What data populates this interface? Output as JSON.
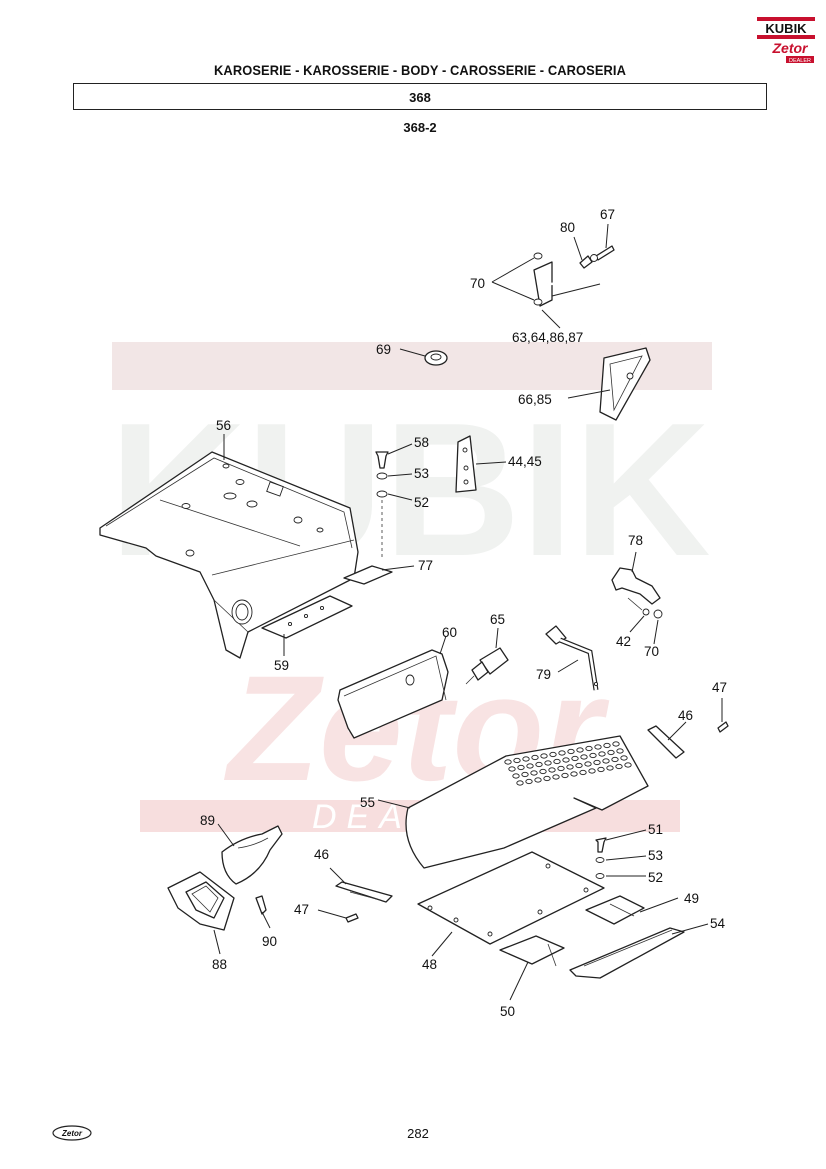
{
  "header": {
    "title": "KAROSERIE - KAROSSERIE - BODY - CAROSSERIE - CAROSERIA",
    "group_number": "368",
    "diagram_number": "368-2"
  },
  "logo": {
    "brand": "KUBIK",
    "sub_brand": "Zetor",
    "sub_text": "DEALER",
    "color": "#c8102e"
  },
  "watermark": {
    "brand": "KUBIK",
    "sub_brand": "Zetor",
    "sub_text": "DEALER"
  },
  "callouts": {
    "c67": "67",
    "c80": "80",
    "c70a": "70",
    "c63": "63,64,86,87",
    "c69": "69",
    "c66": "66,85",
    "c56": "56",
    "c58": "58",
    "c53a": "53",
    "c52a": "52",
    "c44": "44,45",
    "c77": "77",
    "c78": "78",
    "c42": "42",
    "c70b": "70",
    "c60": "60",
    "c65": "65",
    "c59": "59",
    "c79": "79",
    "c47a": "47",
    "c46a": "46",
    "c55": "55",
    "c89": "89",
    "c51": "51",
    "c53b": "53",
    "c52b": "52",
    "c46b": "46",
    "c47b": "47",
    "c49": "49",
    "c54": "54",
    "c90": "90",
    "c88": "88",
    "c48": "48",
    "c50": "50"
  },
  "footer": {
    "page_number": "282",
    "logo_text": "Zetor"
  }
}
